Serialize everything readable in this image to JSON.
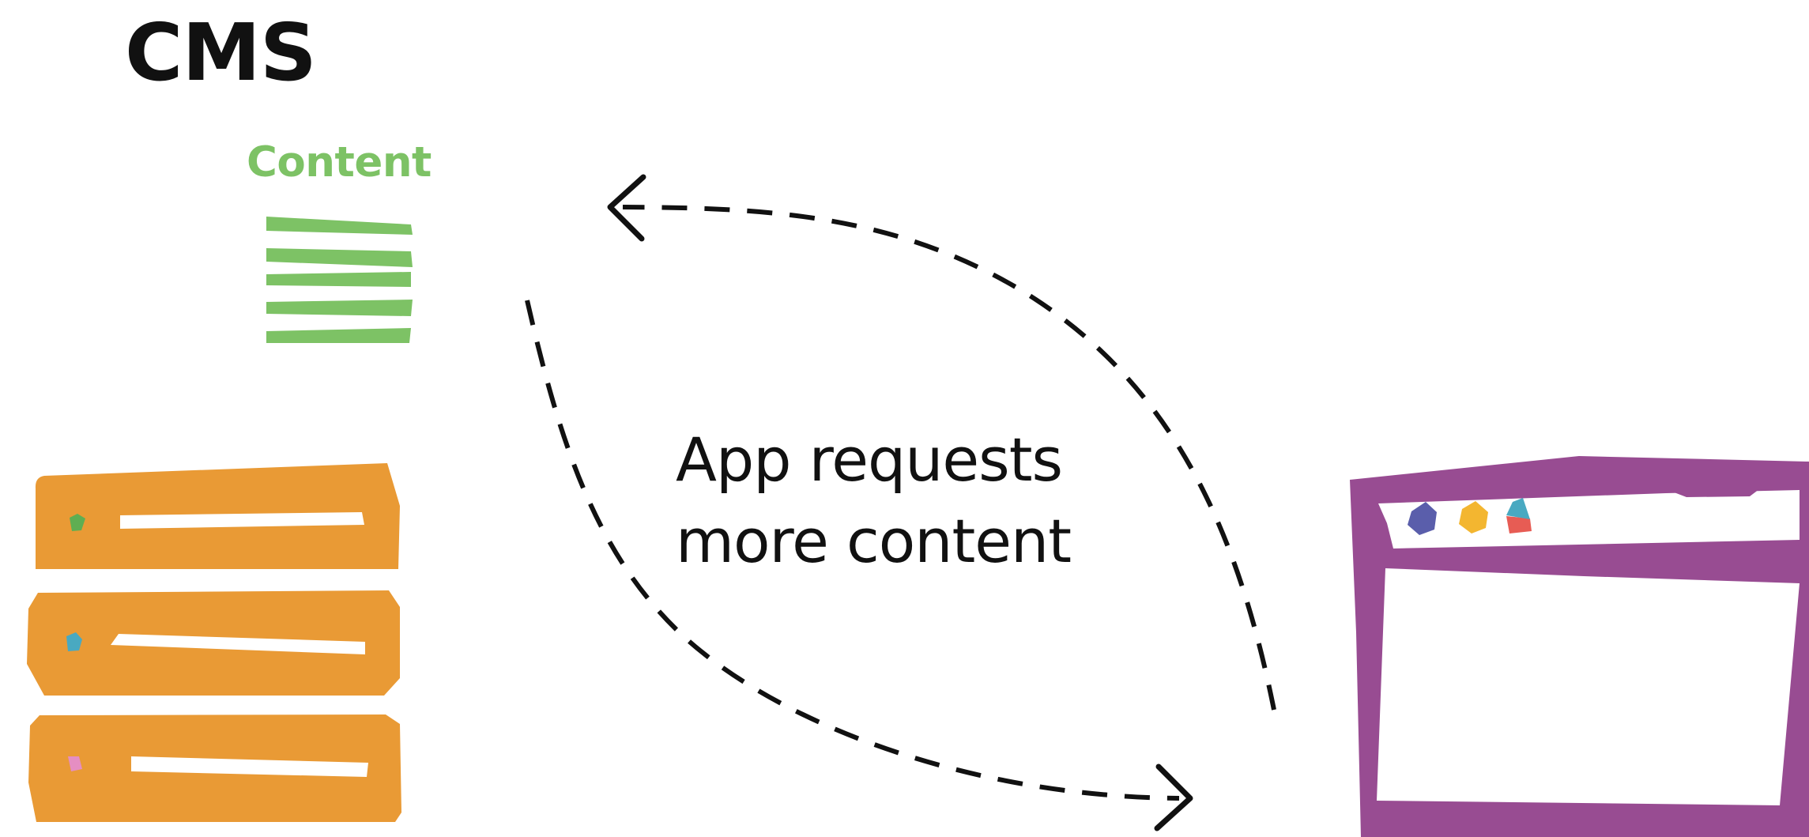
{
  "title": "CMS",
  "content_label": "Content",
  "request_caption": {
    "line1": "App requests",
    "line2": "more content"
  },
  "colors": {
    "content_green": "#7dc265",
    "server_orange": "#e99a35",
    "browser_purple": "#984c92",
    "text": "#111111",
    "arrow": "#111111",
    "dot_green": "#5fae52",
    "dot_blue": "#49a9c1",
    "dot_pink": "#e58ec2",
    "dot_navy": "#5a5eab",
    "dot_yellow": "#f3b630",
    "dot_red": "#e75c54"
  },
  "icons": [
    "content-icon",
    "server-stack-icon",
    "browser-window-icon",
    "arrow-head-icon"
  ]
}
